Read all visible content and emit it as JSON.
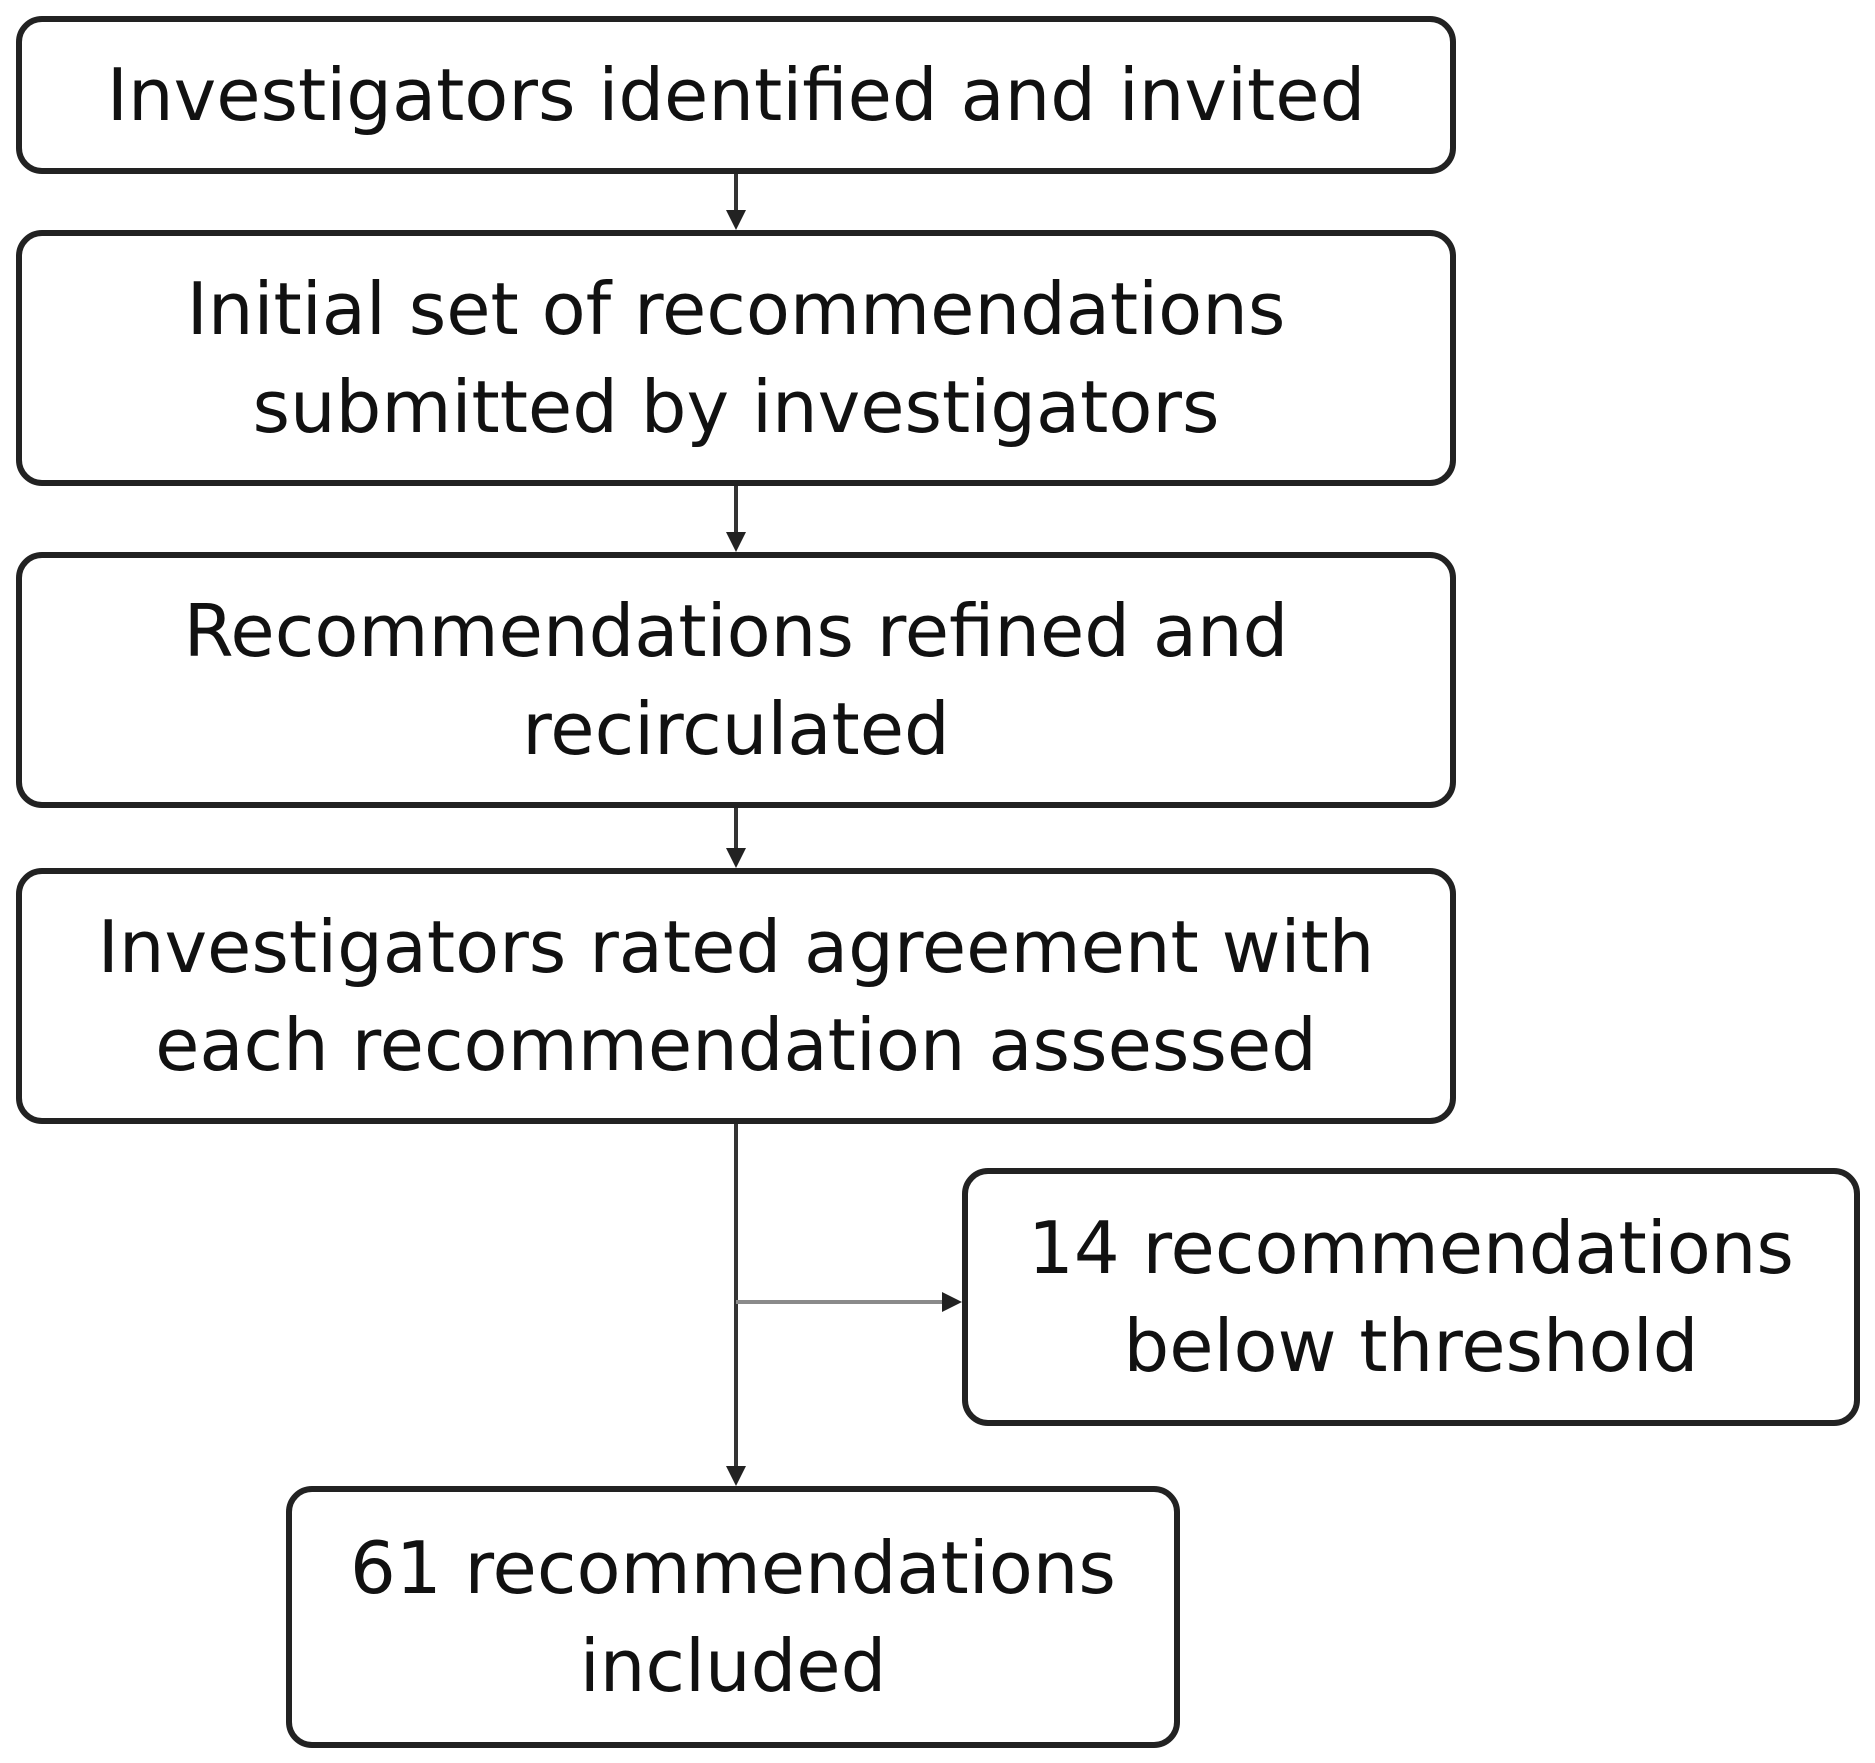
{
  "flowchart": {
    "steps": [
      {
        "lines": [
          "Investigators identified and invited"
        ]
      },
      {
        "lines": [
          "Initial set of recommendations",
          "submitted by investigators"
        ]
      },
      {
        "lines": [
          "Recommendations refined and",
          "recirculated"
        ]
      },
      {
        "lines": [
          "Investigators rated agreement with",
          "each recommendation assessed"
        ]
      },
      {
        "lines": [
          "14 recommendations",
          "below threshold"
        ]
      },
      {
        "lines": [
          "61 recommendations",
          "included"
        ]
      }
    ]
  },
  "colors": {
    "border": "#222222",
    "connector": "#333333",
    "branch_connector": "#8a8a8a",
    "text": "#111111",
    "background": "#ffffff"
  }
}
